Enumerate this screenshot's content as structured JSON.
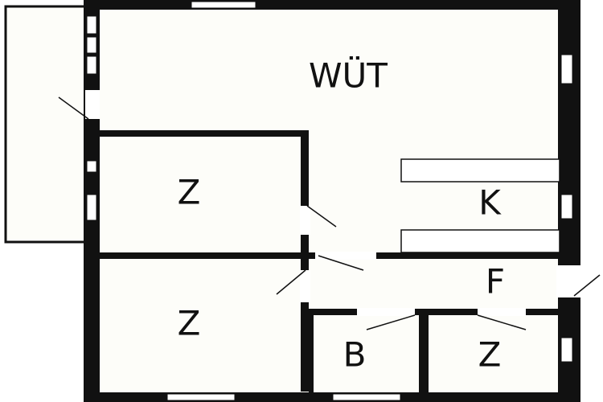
{
  "plan": {
    "wall_color": "#111111",
    "floor_color": "#fdfdf9",
    "opening_color": "#ffffff",
    "rooms": {
      "living": "WÜT",
      "kitchen": "K",
      "hall": "F",
      "room_top_left": "Z",
      "room_bottom_left": "Z",
      "bath": "B",
      "room_small": "Z"
    }
  }
}
